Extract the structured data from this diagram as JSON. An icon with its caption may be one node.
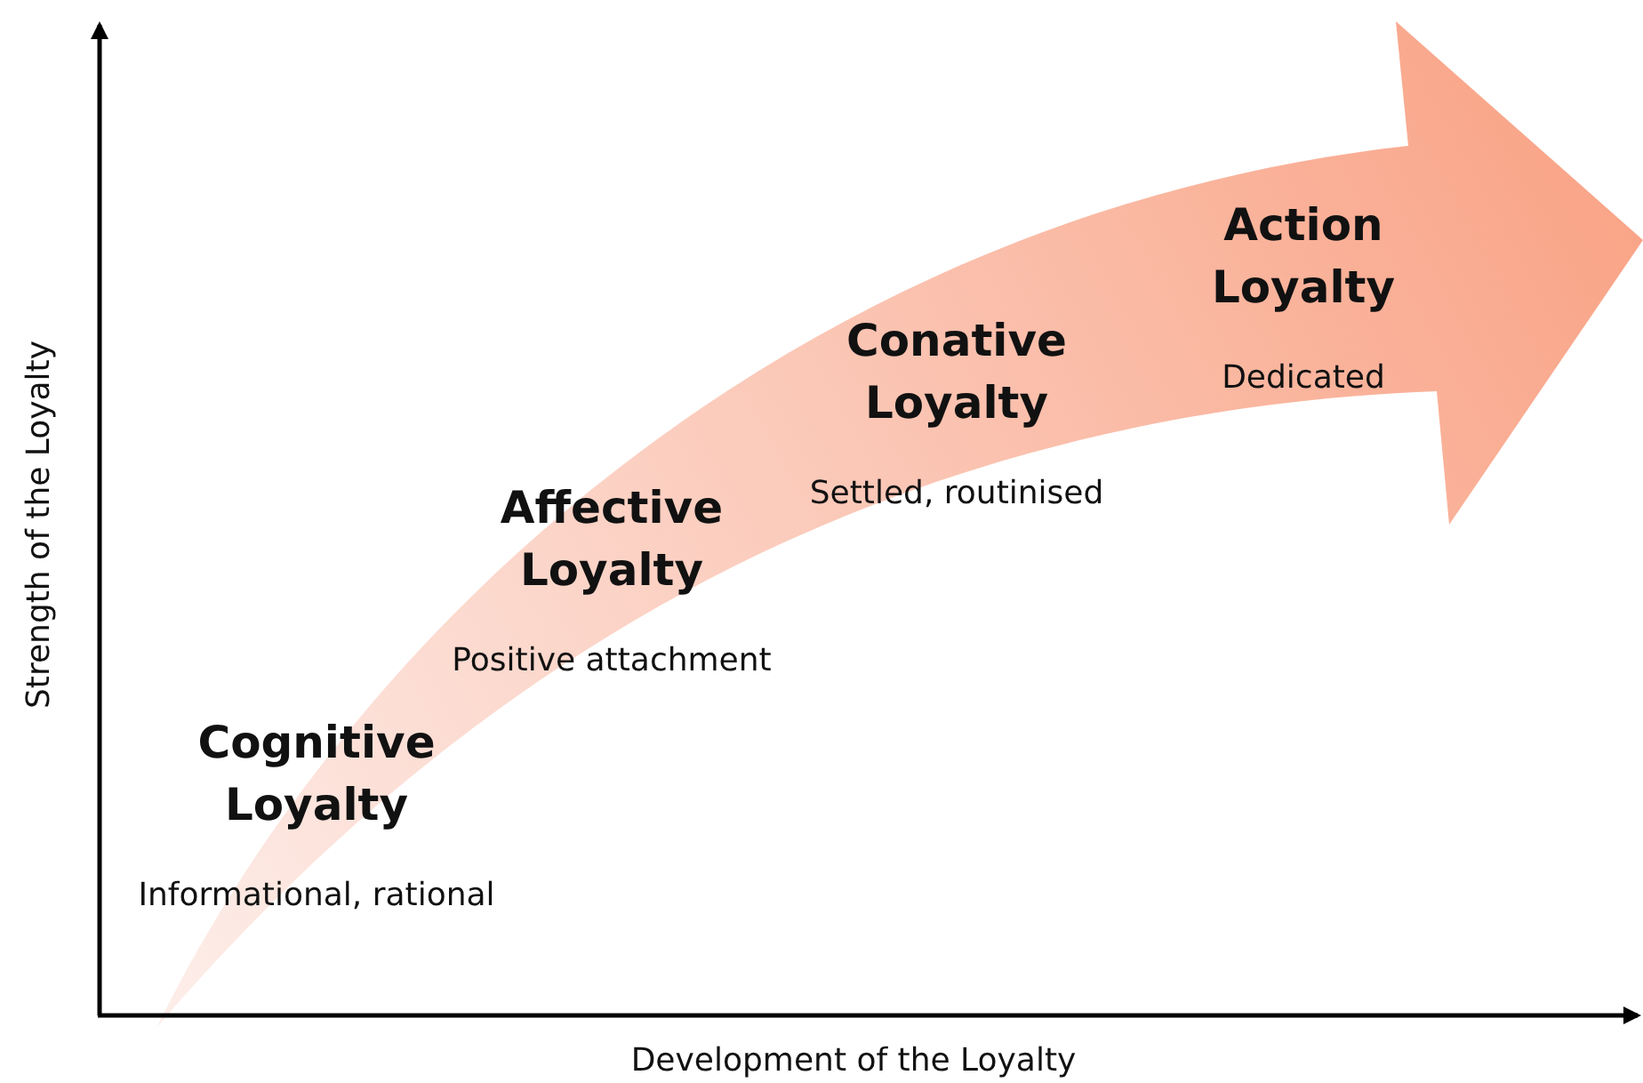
{
  "diagram": {
    "nodes": [
      {
        "text": [
          "Cognitive Loyalty",
          "Informational, rational"
        ]
      },
      {
        "text": [
          "Affective Loyalty",
          "Positive attachment"
        ]
      },
      {
        "text": [
          "Conative Loyalty",
          "Settled, routinised"
        ]
      },
      {
        "text": [
          "Action Loyalty",
          "Dedicated"
        ]
      }
    ],
    "edges": [],
    "labels": [
      "Strength of the Loyalty",
      "Development of the Loyalty"
    ]
  }
}
